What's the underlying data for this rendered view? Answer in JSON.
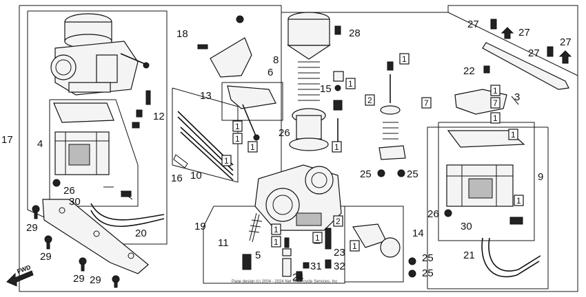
{
  "diagram": {
    "fwd_label": "FWD",
    "copyright": "Page design (c) 2004 - 2024 Net Motorcycle Services, Inc",
    "labels": [
      {
        "key": "l18",
        "text": "18"
      },
      {
        "key": "l17",
        "text": "17"
      },
      {
        "key": "l4",
        "text": "4"
      },
      {
        "key": "l12",
        "text": "12"
      },
      {
        "key": "l26a",
        "text": "26"
      },
      {
        "key": "l30a",
        "text": "30"
      },
      {
        "key": "l29a",
        "text": "29"
      },
      {
        "key": "l20",
        "text": "20"
      },
      {
        "key": "l29b",
        "text": "29"
      },
      {
        "key": "l29c",
        "text": "29"
      },
      {
        "key": "l29d",
        "text": "29"
      },
      {
        "key": "l13",
        "text": "13"
      },
      {
        "key": "l16",
        "text": "16"
      },
      {
        "key": "l10",
        "text": "10"
      },
      {
        "key": "l6",
        "text": "6"
      },
      {
        "key": "l26b",
        "text": "26"
      },
      {
        "key": "l8",
        "text": "8"
      },
      {
        "key": "l28",
        "text": "28"
      },
      {
        "key": "l15",
        "text": "15"
      },
      {
        "key": "l19",
        "text": "19"
      },
      {
        "key": "l11",
        "text": "11"
      },
      {
        "key": "l5",
        "text": "5"
      },
      {
        "key": "l31",
        "text": "31"
      },
      {
        "key": "l23",
        "text": "23"
      },
      {
        "key": "l32",
        "text": "32"
      },
      {
        "key": "l24",
        "text": "24"
      },
      {
        "key": "l25a",
        "text": "25"
      },
      {
        "key": "l25b",
        "text": "25"
      },
      {
        "key": "l27a",
        "text": "27"
      },
      {
        "key": "l27b",
        "text": "27"
      },
      {
        "key": "l27c",
        "text": "27"
      },
      {
        "key": "l27d",
        "text": "27"
      },
      {
        "key": "l22",
        "text": "22"
      },
      {
        "key": "l3",
        "text": "3"
      },
      {
        "key": "l9",
        "text": "9"
      },
      {
        "key": "l26c",
        "text": "26"
      },
      {
        "key": "l30b",
        "text": "30"
      },
      {
        "key": "l14",
        "text": "14"
      },
      {
        "key": "l21",
        "text": "21"
      },
      {
        "key": "l25c",
        "text": "25"
      },
      {
        "key": "l25d",
        "text": "25"
      }
    ],
    "boxed_labels": [
      {
        "key": "b1a",
        "text": "1"
      },
      {
        "key": "b1b",
        "text": "1"
      },
      {
        "key": "b1c",
        "text": "1"
      },
      {
        "key": "b1d",
        "text": "1"
      },
      {
        "key": "b1e",
        "text": "1"
      },
      {
        "key": "b2",
        "text": "2"
      },
      {
        "key": "b1f",
        "text": "1"
      },
      {
        "key": "b1g",
        "text": "1"
      },
      {
        "key": "b7a",
        "text": "7"
      },
      {
        "key": "b1h",
        "text": "1"
      },
      {
        "key": "b7b",
        "text": "7"
      },
      {
        "key": "b1i",
        "text": "1"
      },
      {
        "key": "b1j",
        "text": "1"
      },
      {
        "key": "b1k",
        "text": "1"
      },
      {
        "key": "b1l",
        "text": "1"
      },
      {
        "key": "b1m",
        "text": "1"
      },
      {
        "key": "b1n",
        "text": "1"
      },
      {
        "key": "b2b",
        "text": "2"
      },
      {
        "key": "b1o",
        "text": "1"
      }
    ]
  }
}
